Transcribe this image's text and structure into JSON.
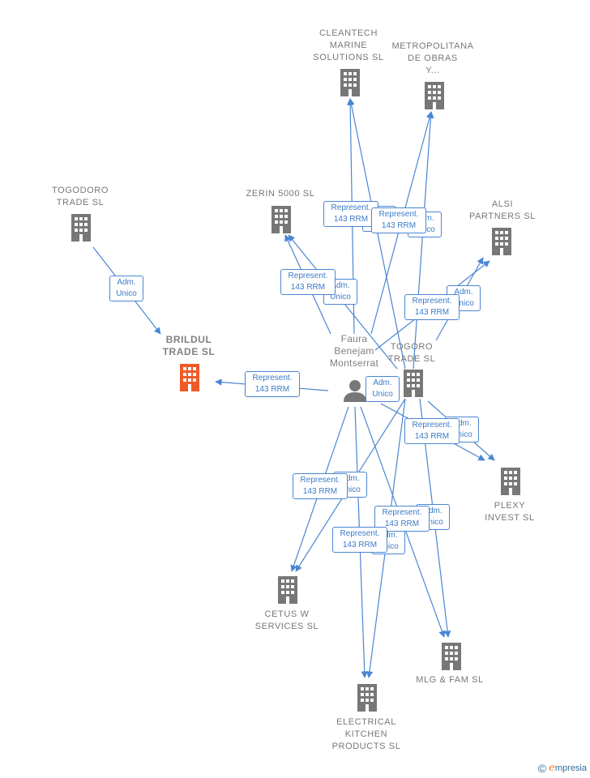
{
  "nodes": {
    "cleantech": "CLEANTECH\nMARINE\nSOLUTIONS SL",
    "metropolitana": "METROPOLITANA\nDE OBRAS\nY...",
    "togodoro": "TOGODORO\nTRADE  SL",
    "zerin": "ZERIN 5000  SL",
    "alsi": "ALSI\nPARTNERS  SL",
    "brildul": "BRILDUL\nTRADE  SL",
    "faura": "Faura\nBenejam\nMontserrat",
    "togoro": "TOGORO\nTRADE  SL",
    "plexy": "PLEXY\nINVEST  SL",
    "cetus": "CETUS W\nSERVICES  SL",
    "mlg": "MLG & FAM  SL",
    "electrical": "ELECTRICAL\nKITCHEN\nPRODUCTS  SL"
  },
  "edge_labels": {
    "rep": "Represent.\n143 RRM",
    "adm": "Adm.\nUnico"
  },
  "footer": {
    "copyright": "©",
    "brand_initial": "e",
    "brand_rest": "mpresia"
  },
  "colors": {
    "edge": "#4a86d3",
    "building": "#777777",
    "building_main": "#f05a28",
    "person": "#777777"
  }
}
